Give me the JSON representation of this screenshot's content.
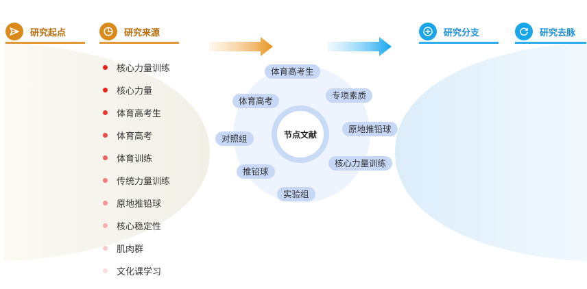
{
  "headers": {
    "start": "研究起点",
    "source": "研究来源",
    "branch": "研究分支",
    "trend": "研究去脉"
  },
  "source_items": [
    {
      "label": "核心力量训练",
      "color": "#e8221f"
    },
    {
      "label": "核心力量",
      "color": "#e8221f"
    },
    {
      "label": "体育高考生",
      "color": "#e83a36"
    },
    {
      "label": "体育高考",
      "color": "#eb4b47"
    },
    {
      "label": "体育训练",
      "color": "#ee6360"
    },
    {
      "label": "传统力量训练",
      "color": "#f07c79"
    },
    {
      "label": "原地推铅球",
      "color": "#f39593"
    },
    {
      "label": "核心稳定性",
      "color": "#f6b0ae"
    },
    {
      "label": "肌肉群",
      "color": "#f9cccb"
    },
    {
      "label": "文化课学习",
      "color": "#fbdcdc"
    }
  ],
  "center": {
    "title": "节点文献",
    "nodes": [
      "体育高考生",
      "专项素质",
      "体育高考",
      "原地推铅球",
      "对照组",
      "核心力量训练",
      "推铅球",
      "实验组"
    ]
  }
}
